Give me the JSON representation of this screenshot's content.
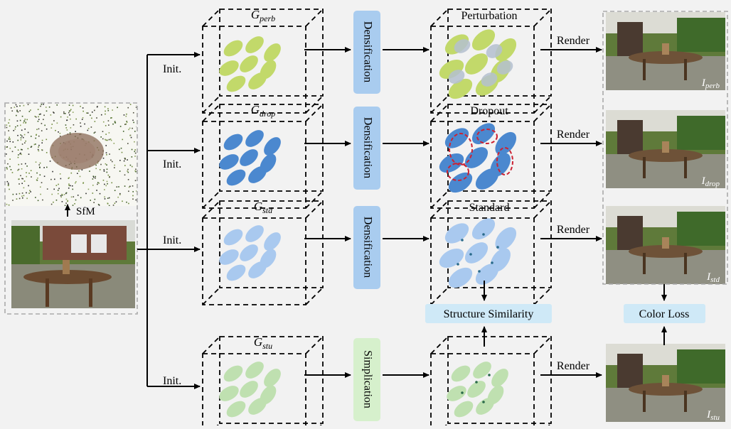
{
  "input": {
    "sfm_label": "SfM",
    "init_label": "Init."
  },
  "branches": [
    {
      "id": "perb",
      "model_main": "G",
      "model_sub": "perb",
      "stage_label": "Densification",
      "augment_label": "Perturbation",
      "render_label": "Render",
      "output_main": "I",
      "output_sub": "perb",
      "color": "#c2d96a"
    },
    {
      "id": "drop",
      "model_main": "G",
      "model_sub": "drop",
      "stage_label": "Densification",
      "augment_label": "Dropout",
      "render_label": "Render",
      "output_main": "I",
      "output_sub": "drop",
      "color": "#4b88cf"
    },
    {
      "id": "std",
      "model_main": "G",
      "model_sub": "std",
      "stage_label": "Densification",
      "augment_label": "Standard",
      "render_label": "Render",
      "output_main": "I",
      "output_sub": "std",
      "color": "#a9c9ef"
    },
    {
      "id": "stu",
      "model_main": "G",
      "model_sub": "stu",
      "stage_label": "Simplication",
      "augment_label": "",
      "render_label": "Render",
      "output_main": "I",
      "output_sub": "stu",
      "color": "#bfe0b0"
    }
  ],
  "losses": {
    "structure": "Structure Similarity",
    "color": "Color Loss"
  },
  "colors": {
    "stage_blue": "#a9ccef",
    "stage_green": "#d6f0cc",
    "loss_bg": "#cfe9f7",
    "dropout_ring": "#cc2233",
    "perturb_gray": "#b4bfcf"
  }
}
